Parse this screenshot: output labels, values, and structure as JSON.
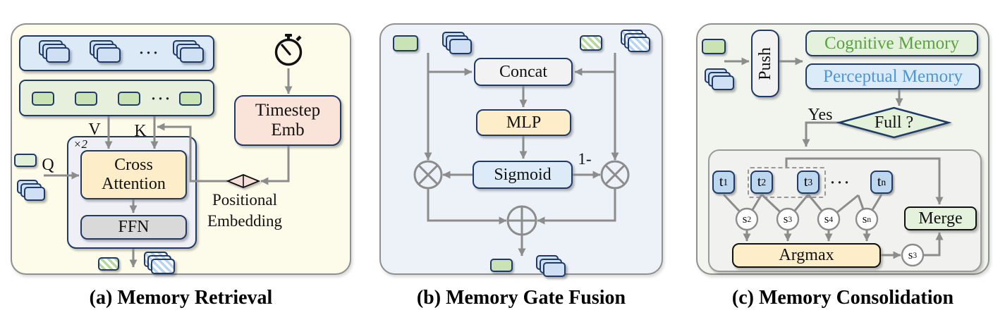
{
  "colors": {
    "navy": "#1f3a66",
    "arrow": "#8c8c8c",
    "panel_border": "#909090",
    "panel_a_bg": "#fdfbe9",
    "panel_b_bg": "#edf2f9",
    "panel_c_bg": "#f2f5ee",
    "blue_container": "#dceaf8",
    "blue_card": "#cfe0f4",
    "green_container": "#e6f0dc",
    "green_card": "#c9e3b5",
    "pale_green_card": "#e2efd9",
    "yellow_box": "#fdeec9",
    "ffn_gray": "#d9d9d9",
    "pink_box": "#fae4da",
    "pe_diamond": "#f6dfd8",
    "sigmoid_blue": "#dcebf7",
    "neutral_box": "#f2f2f2",
    "attn_container": "#eef0f5",
    "t_blue": "#bdd7ee",
    "cognitive_green": "#e4f1dc",
    "cognitive_text": "#5aa33e",
    "perceptual_blue": "#dcebf8",
    "perceptual_text": "#4f96d2",
    "full_green": "#e4f2dc",
    "inner_gray": "#f1f1ef",
    "stripe_green": "#b5d89f",
    "stripe_blue": "#b9d4ee"
  },
  "panel_a": {
    "caption": "(a) Memory Retrieval",
    "dots": "···",
    "v": "V",
    "k": "K",
    "q": "Q",
    "x2": "×2",
    "cross_attention": "Cross Attention",
    "ffn": "FFN",
    "timestep": "Timestep Emb",
    "positional_1": "Positional",
    "positional_2": "Embedding"
  },
  "panel_b": {
    "caption": "(b) Memory Gate Fusion",
    "concat": "Concat",
    "mlp": "MLP",
    "sigmoid": "Sigmoid",
    "one_minus": "1-"
  },
  "panel_c": {
    "caption": "(c) Memory Consolidation",
    "push": "Push",
    "cognitive": "Cognitive Memory",
    "perceptual": "Perceptual Memory",
    "yes": "Yes",
    "full": "Full ?",
    "merge": "Merge",
    "argmax": "Argmax",
    "dots": "···",
    "t_nodes": [
      {
        "base": "t",
        "sub": "1"
      },
      {
        "base": "t",
        "sub": "2"
      },
      {
        "base": "t",
        "sub": "3"
      },
      {
        "base": "t",
        "sub": "n"
      }
    ],
    "s_nodes": [
      {
        "base": "s",
        "sub": "2"
      },
      {
        "base": "s",
        "sub": "3"
      },
      {
        "base": "s",
        "sub": "4"
      },
      {
        "base": "s",
        "sub": "n"
      }
    ],
    "s_selected": {
      "base": "s",
      "sub": "3"
    }
  }
}
